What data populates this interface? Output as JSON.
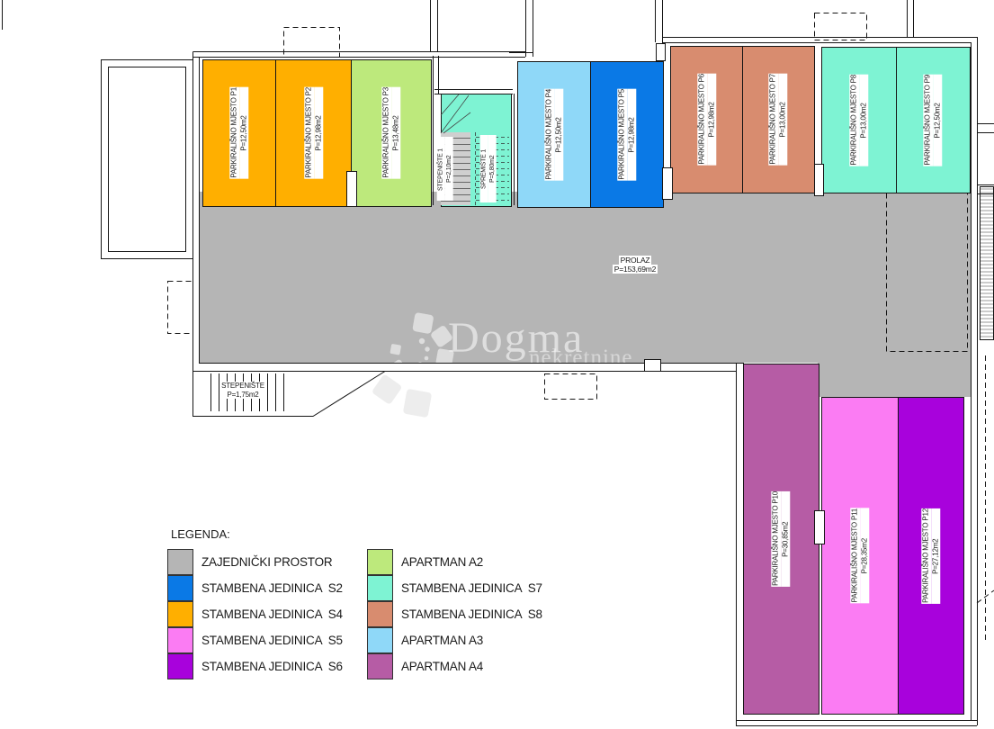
{
  "plan": {
    "stalls": [
      {
        "id": "P1",
        "name": "PARKIRALIŠNO MJESTO P1",
        "area": "P=12,50m2",
        "color": "#FFAF00"
      },
      {
        "id": "P2",
        "name": "PARKIRALIŠNO MJESTO P2",
        "area": "P=12,98m2",
        "color": "#FFAF00"
      },
      {
        "id": "P3",
        "name": "PARKIRALIŠNO MJESTO P3",
        "area": "P=13,48m2",
        "color": "#BDE97C"
      },
      {
        "id": "P4",
        "name": "PARKIRALIŠNO MJESTO P4",
        "area": "P=12,50m2",
        "color": "#8FD8F8"
      },
      {
        "id": "P5",
        "name": "PARKIRALIŠNO MJESTO P5",
        "area": "P=12,98m2",
        "color": "#0A79E6"
      },
      {
        "id": "P6",
        "name": "PARKIRALIŠNO MJESTO P6",
        "area": "P=12,98m2",
        "color": "#D88C6F"
      },
      {
        "id": "P7",
        "name": "PARKIRALIŠNO MJESTO P7",
        "area": "P=13,00m2",
        "color": "#D88C6F"
      },
      {
        "id": "P8",
        "name": "PARKIRALIŠNO MJESTO P8",
        "area": "P=13,00m2",
        "color": "#7EF3D3"
      },
      {
        "id": "P9",
        "name": "PARKIRALIŠNO MJESTO P9",
        "area": "P=12,50m2",
        "color": "#7EF3D3"
      },
      {
        "id": "P10",
        "name": "PARKIRALIŠNO MJESTO P10",
        "area": "P=30,85m2",
        "color": "#B65CA5"
      },
      {
        "id": "P11",
        "name": "PARKIRALIŠNO MJESTO P11",
        "area": "P=28,35m2",
        "color": "#FB7CF3"
      },
      {
        "id": "P12",
        "name": "PARKIRALIŠNO MJESTO P12",
        "area": "P=27,12m2",
        "color": "#A802DC"
      }
    ],
    "rooms": {
      "prolaz": {
        "name": "PROLAZ",
        "area": "P=153,69m2"
      },
      "stepeniste1": {
        "name": "STEPENIŠTE 1",
        "area": "P=2,10m2"
      },
      "spremiste1": {
        "name": "SPREMIŠTE 1",
        "area": "P=5,80m2"
      },
      "stepeniste2": {
        "name": "STEPENIŠTE",
        "area": "P=1,75m2"
      }
    }
  },
  "legend": {
    "title": "LEGENDA:",
    "col1": [
      {
        "label": "ZAJEDNIČKI PROSTOR",
        "color": "#B5B5B5"
      },
      {
        "label": "STAMBENA JEDINICA  S2",
        "color": "#0A79E6"
      },
      {
        "label": "STAMBENA JEDINICA  S4",
        "color": "#FFAF00"
      },
      {
        "label": "STAMBENA JEDINICA  S5",
        "color": "#FB7CF3"
      },
      {
        "label": "STAMBENA JEDINICA  S6",
        "color": "#A802DC"
      }
    ],
    "col2": [
      {
        "label": "APARTMAN A2",
        "color": "#BDE97C"
      },
      {
        "label": "STAMBENA JEDINICA  S7",
        "color": "#7EF3D3"
      },
      {
        "label": "STAMBENA JEDINICA  S8",
        "color": "#D88C6F"
      },
      {
        "label": "APARTMAN A3",
        "color": "#8FD8F8"
      },
      {
        "label": "APARTMAN A4",
        "color": "#B65CA5"
      }
    ]
  },
  "watermark": {
    "name": "Dogma",
    "tagline": "nekretnine"
  }
}
